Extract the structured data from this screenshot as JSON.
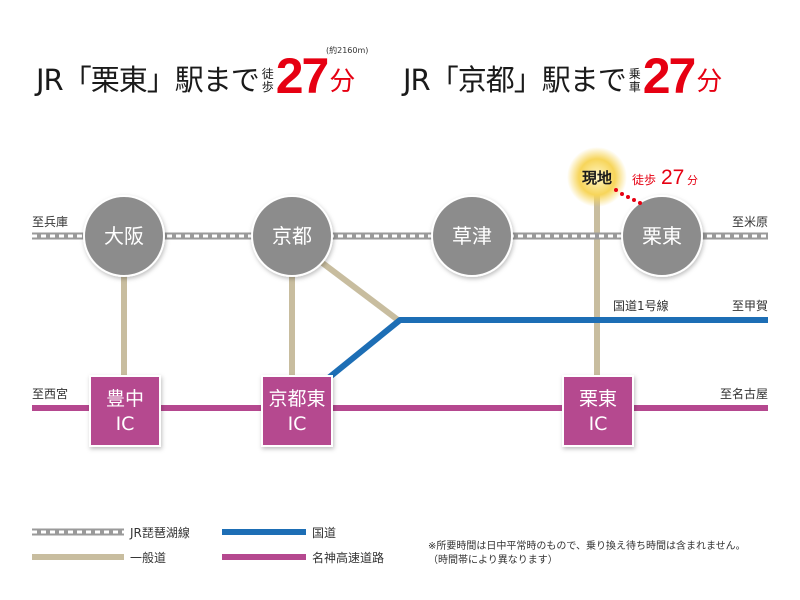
{
  "headline": {
    "left": {
      "prefix": "JR「栗東」駅まで",
      "mode_top": "徒",
      "mode_bottom": "歩",
      "minutes": "27",
      "unit": "分",
      "distance": "(約2160m)"
    },
    "right": {
      "prefix": "JR「京都」駅まで",
      "mode_top": "乗",
      "mode_bottom": "車",
      "minutes": "27",
      "unit": "分"
    }
  },
  "stations": [
    {
      "id": "osaka",
      "label": "大阪"
    },
    {
      "id": "kyoto",
      "label": "京都"
    },
    {
      "id": "kusatsu",
      "label": "草津"
    },
    {
      "id": "ritto",
      "label": "栗東"
    }
  ],
  "interchanges": [
    {
      "id": "toyonaka",
      "line1": "豊中",
      "line2": "IC"
    },
    {
      "id": "kyoto-higashi",
      "line1": "京都東",
      "line2": "IC"
    },
    {
      "id": "ritto-ic",
      "line1": "栗東",
      "line2": "IC"
    }
  ],
  "current_location": {
    "label": "現地",
    "walk_label": "徒歩",
    "walk_minutes": "27",
    "walk_unit": "分"
  },
  "directions": {
    "rail_west": "至兵庫",
    "rail_east": "至米原",
    "national_route_name": "国道1号線",
    "national_route_east": "至甲賀",
    "expressway_west": "至西宮",
    "expressway_east": "至名古屋"
  },
  "legend": {
    "rail": "JR琵琶湖線",
    "general_road": "一般道",
    "national_road": "国道",
    "expressway": "名神高速道路"
  },
  "note": "※所要時間は日中平常時のもので、乗り換え待ち時間は含まれません。\n（時間帯により異なります）",
  "colors": {
    "station": "#8c8c8c",
    "interchange": "#b5488f",
    "expressway": "#b5488f",
    "national_road": "#1d6eb5",
    "general_road": "#c8bd9f",
    "rail": "#9a9a9a",
    "accent": "#e60012",
    "marker_glow": "#f7d55a"
  }
}
